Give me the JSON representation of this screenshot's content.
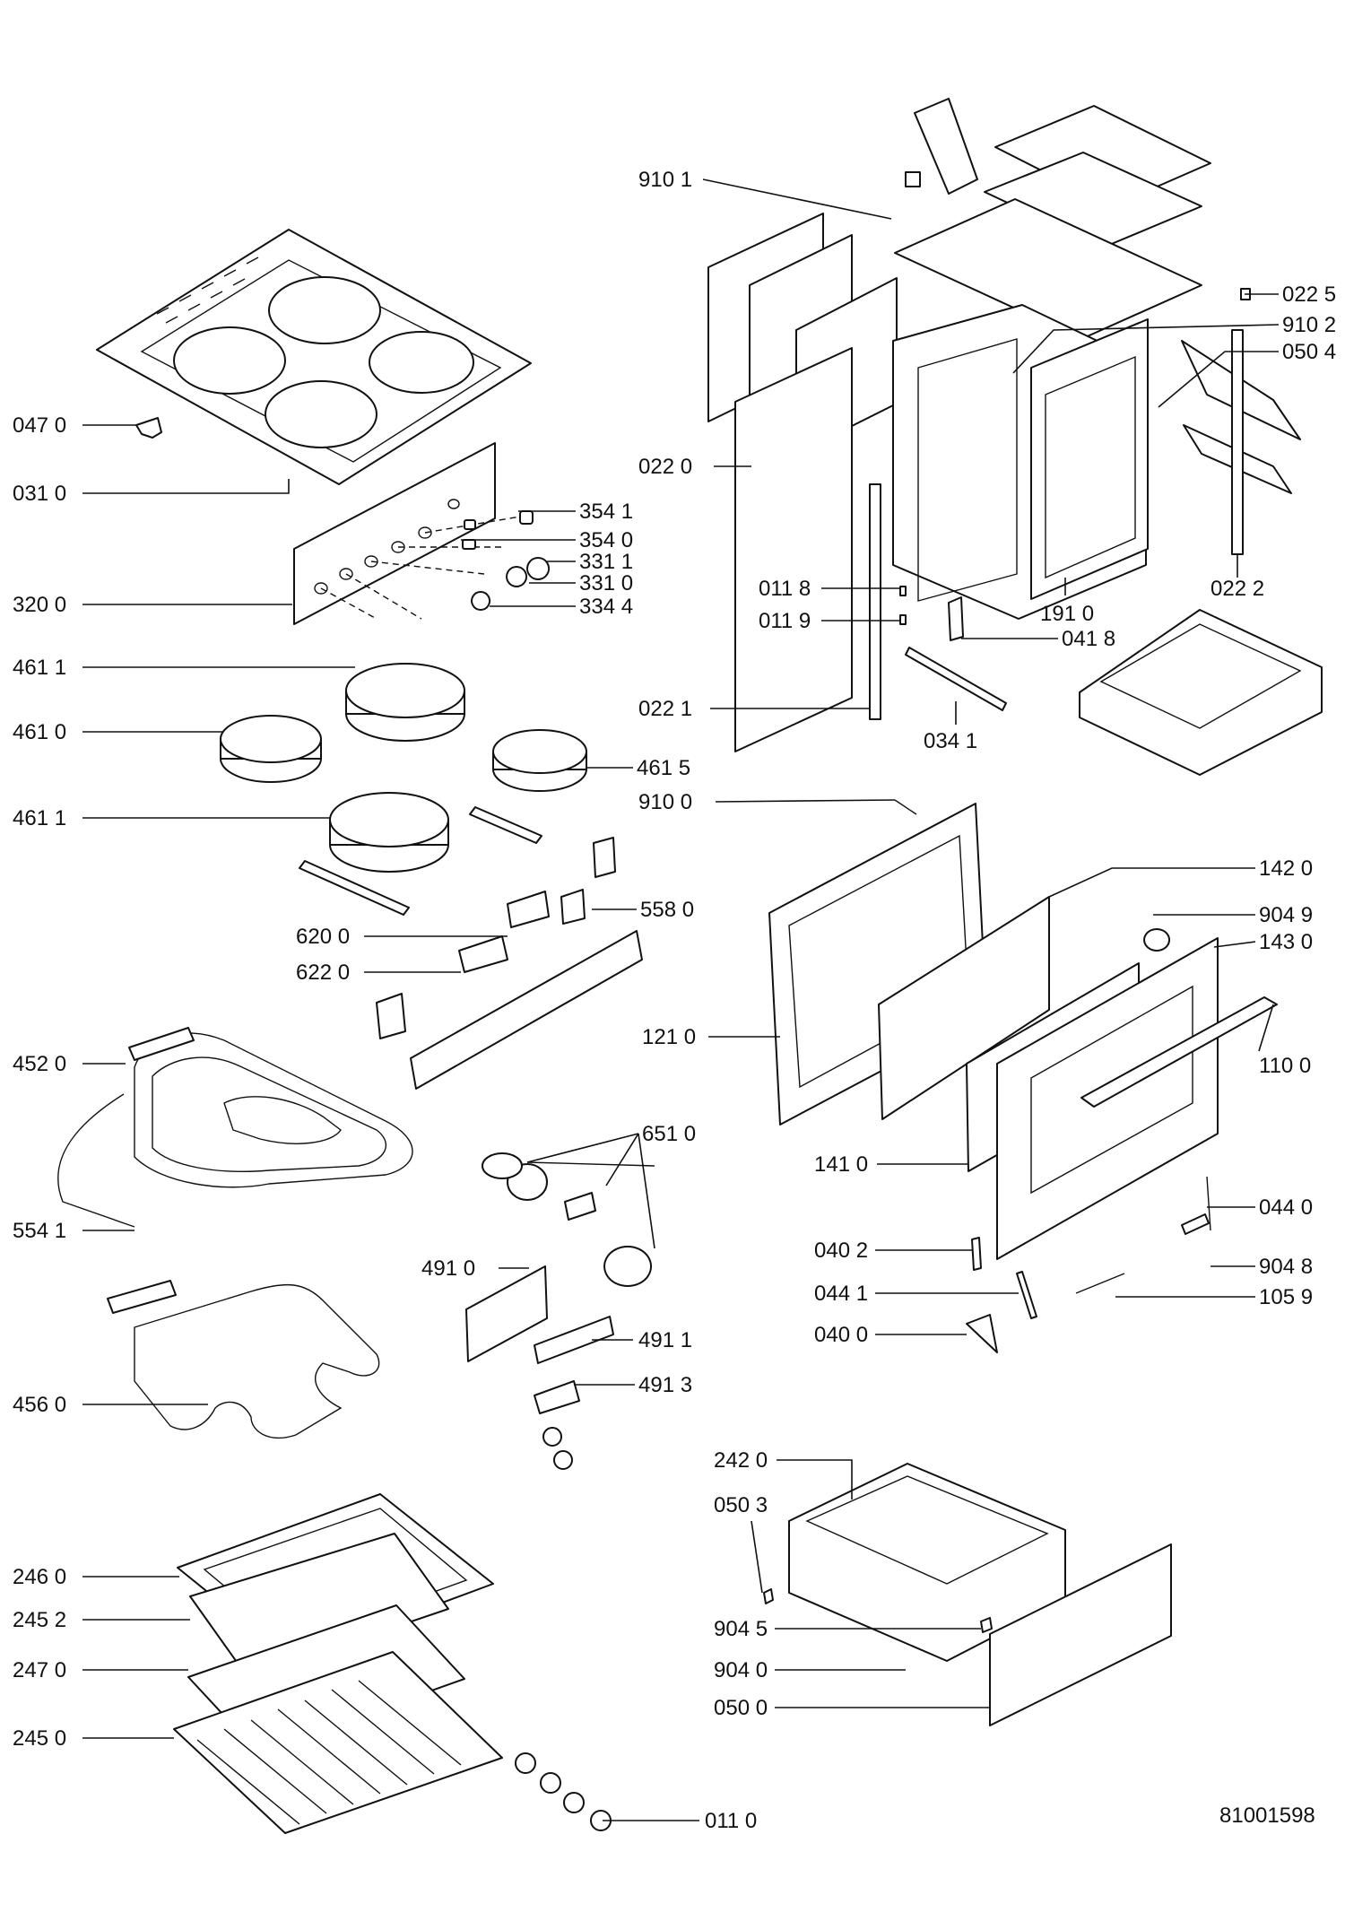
{
  "document_number": "81001598",
  "callouts": [
    "047 0",
    "031 0",
    "320 0",
    "354 1",
    "354 0",
    "331 1",
    "331 0",
    "334 4",
    "461 1",
    "461 0",
    "461 5",
    "461 1",
    "558 0",
    "620 0",
    "622 0",
    "452 0",
    "554 1",
    "651 0",
    "491 0",
    "491 1",
    "491 3",
    "456 0",
    "246 0",
    "245 2",
    "247 0",
    "245 0",
    "011 0",
    "910 1",
    "022 5",
    "910 2",
    "050 4",
    "022 0",
    "011 8",
    "011 9",
    "191 0",
    "022 2",
    "041 8",
    "022 1",
    "034 1",
    "910 0",
    "142 0",
    "904 9",
    "143 0",
    "121 0",
    "110 0",
    "141 0",
    "044 0",
    "040 2",
    "904 8",
    "044 1",
    "105 9",
    "040 0",
    "242 0",
    "050 3",
    "904 5",
    "904 0",
    "050 0"
  ]
}
